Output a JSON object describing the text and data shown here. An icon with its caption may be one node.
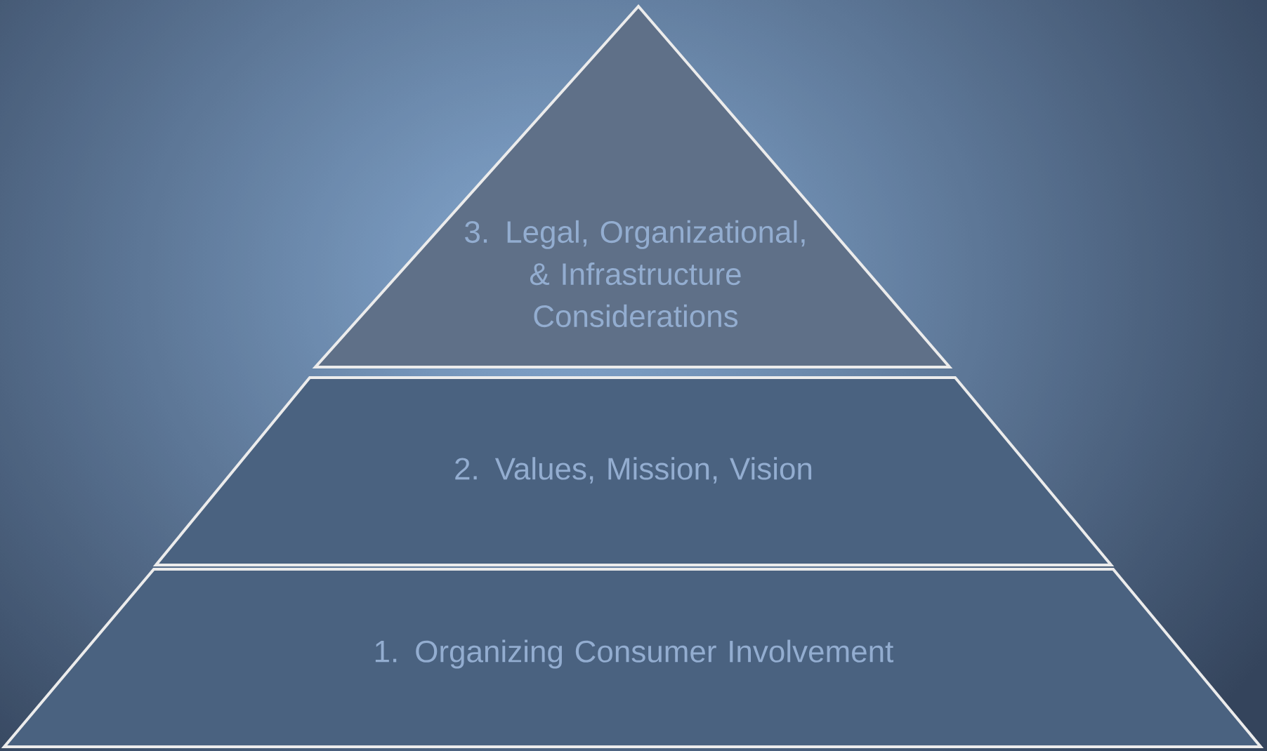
{
  "diagram": {
    "nodes": [
      {
        "text": [
          "3. Legal, Organizational, & Infrastructure Considerations"
        ]
      },
      {
        "text": [
          "2. Values, Mission, Vision"
        ]
      },
      {
        "text": [
          "1. Organizing Consumer Involvement"
        ]
      }
    ]
  }
}
